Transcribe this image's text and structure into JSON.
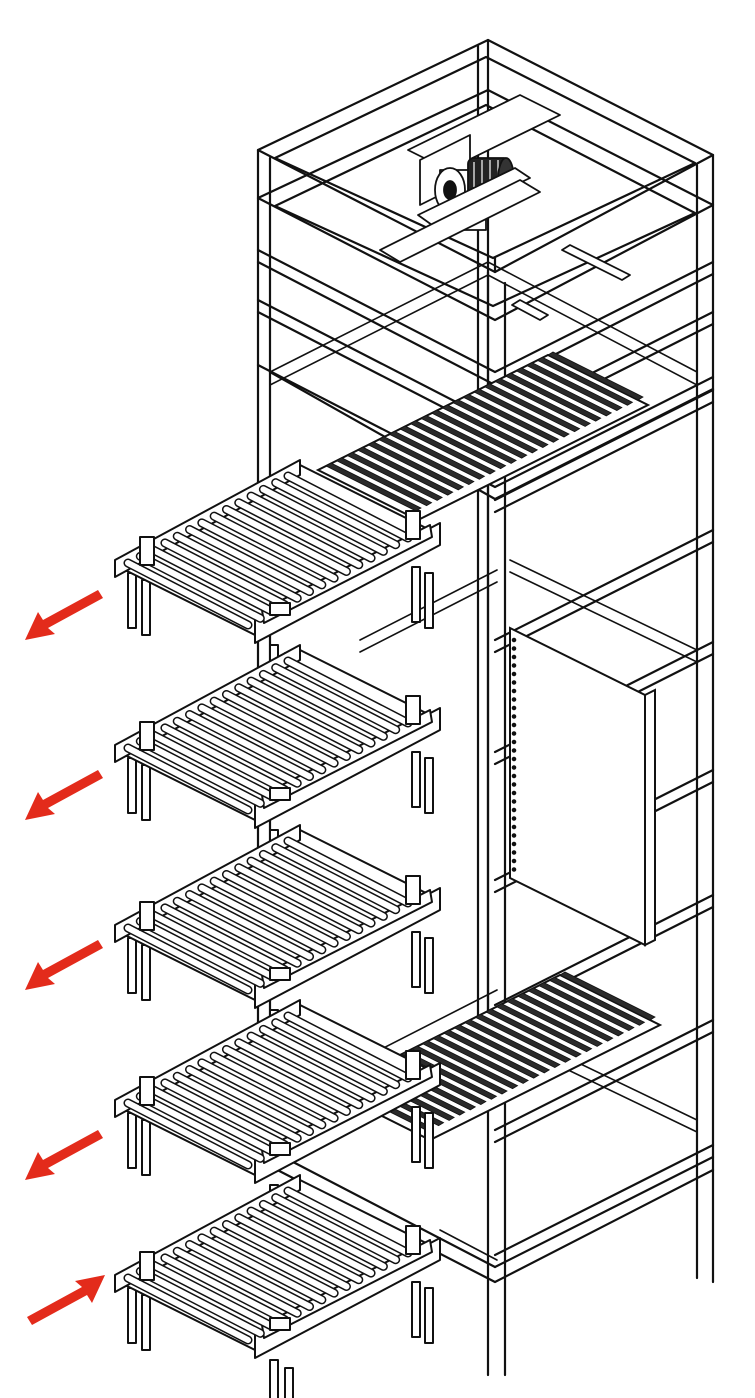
{
  "drawing": {
    "subject": "vertical-lift-conveyor-tower",
    "colors": {
      "line": "#111111",
      "fill": "#ffffff",
      "slat_dark": "#2a2a2a",
      "arrow": "#e32b1b"
    },
    "levels": [
      {
        "id": 1,
        "flow": "out",
        "arrow_icon": "arrow-out-icon"
      },
      {
        "id": 2,
        "flow": "out",
        "arrow_icon": "arrow-out-icon"
      },
      {
        "id": 3,
        "flow": "out",
        "arrow_icon": "arrow-out-icon"
      },
      {
        "id": 4,
        "flow": "out",
        "arrow_icon": "arrow-out-icon"
      },
      {
        "id": 5,
        "flow": "in",
        "arrow_icon": "arrow-in-icon"
      }
    ],
    "components": {
      "frame": "tower-frame",
      "drive": "gear-motor-icon",
      "carriage_top": "lift-carriage-top",
      "carriage_bottom": "lift-carriage-bottom",
      "side_panel": "side-panel",
      "conveyor": "roller-conveyor"
    }
  }
}
